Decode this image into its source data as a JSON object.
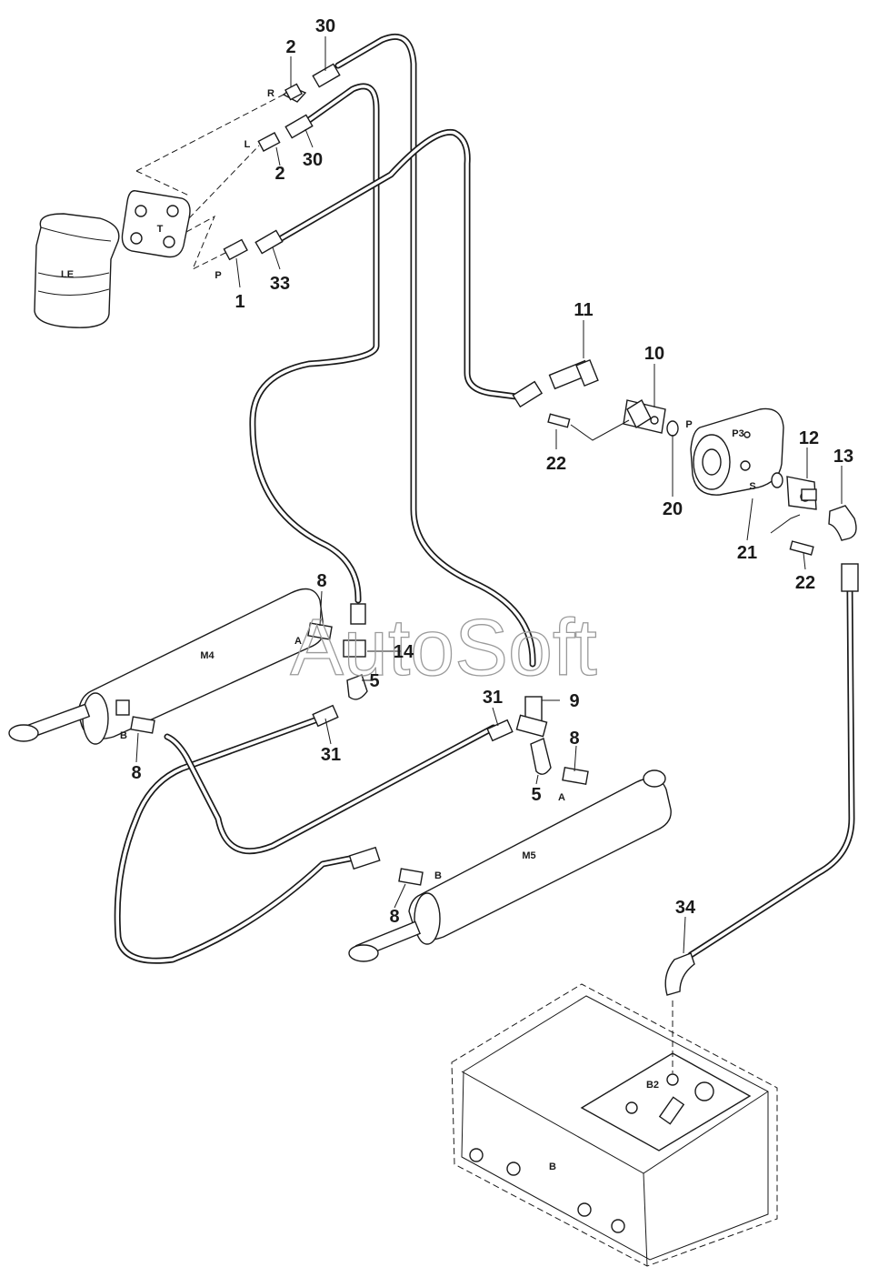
{
  "watermark": "AutoSoft",
  "callouts": {
    "c1": "1",
    "c2a": "2",
    "c2b": "2",
    "c30a": "30",
    "c30b": "30",
    "c33": "33",
    "c11": "11",
    "c10": "10",
    "c22a": "22",
    "c20": "20",
    "c12": "12",
    "c13": "13",
    "c21": "21",
    "c22b": "22",
    "c8a": "8",
    "c14": "14",
    "c5a": "5",
    "c9": "9",
    "c31a": "31",
    "c31b": "31",
    "c8b": "8",
    "c8c": "8",
    "c5b": "5",
    "c8d": "8",
    "c34": "34"
  },
  "ports": {
    "le": "LE",
    "t": "T",
    "r": "R",
    "l": "L",
    "p_valve": "P",
    "p3": "P3",
    "p_pump": "P",
    "s_pump": "S",
    "m4": "M4",
    "a_m4": "A",
    "b_m4": "B",
    "m5": "M5",
    "a_m5": "A",
    "b_m5": "B",
    "b2": "B2",
    "b_tank": "B"
  }
}
